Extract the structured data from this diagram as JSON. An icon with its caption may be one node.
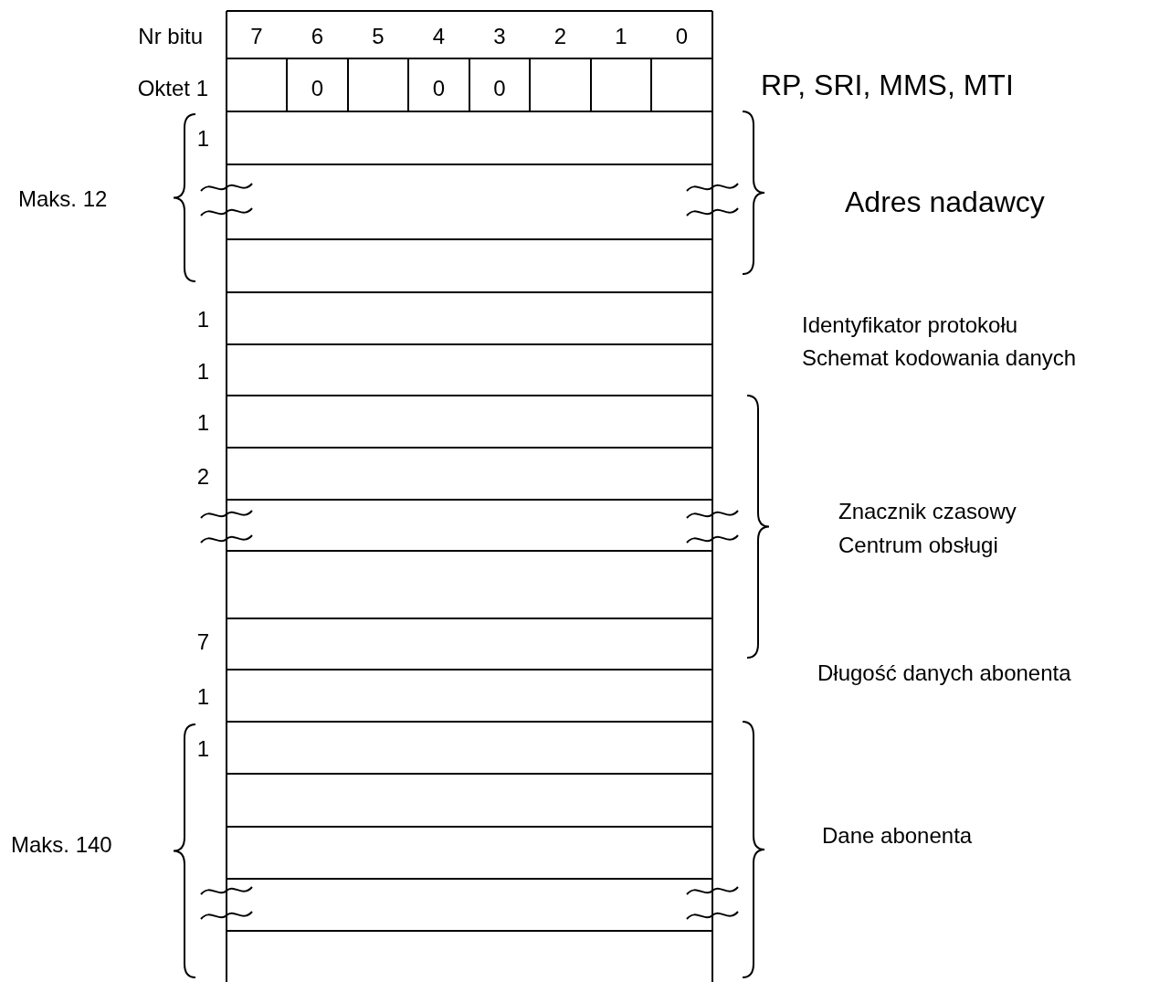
{
  "diagram": {
    "labels": [
      "Nr bitu",
      "7",
      "6",
      "5",
      "4",
      "3",
      "2",
      "1",
      "0",
      "Oktet 1",
      "0",
      "0",
      "0",
      "RP, SRI, MMS, MTI",
      "1",
      "Maks. 12",
      "Adres nadawcy",
      "1",
      "Identyfikator protokołu",
      "Schemat kodowania danych",
      "1",
      "1",
      "2",
      "Znacznik czasowy",
      "Centrum obsługi",
      "7",
      "Długość danych abonenta",
      "1",
      "1",
      "Dane abonenta",
      "Maks. 140"
    ]
  }
}
